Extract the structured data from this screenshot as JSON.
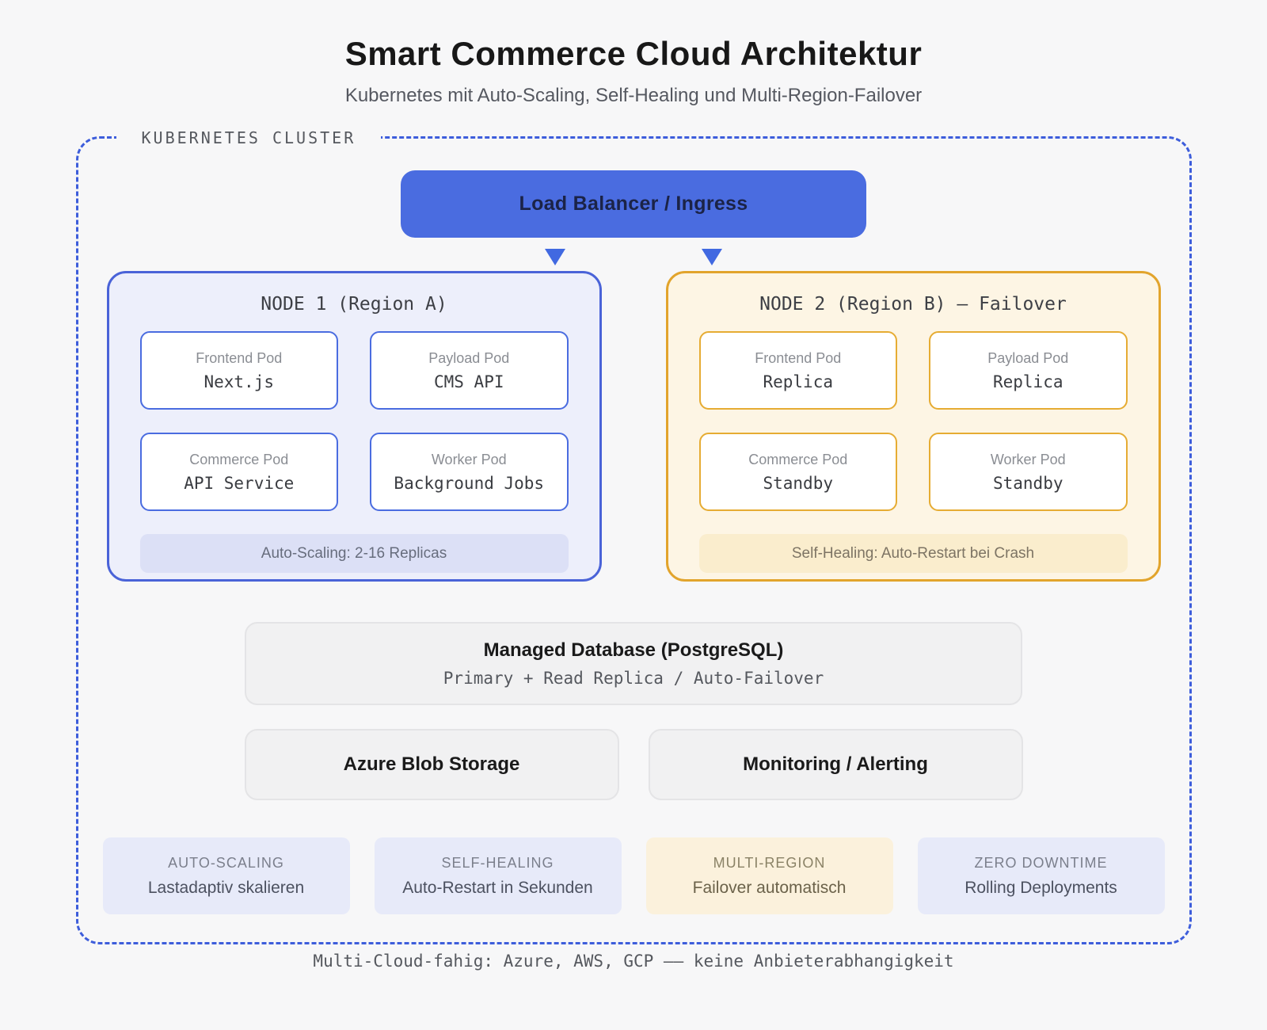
{
  "header": {
    "title": "Smart Commerce Cloud Architektur",
    "subtitle": "Kubernetes mit Auto-Scaling, Self-Healing und Multi-Region-Failover"
  },
  "cluster": {
    "label": "KUBERNETES CLUSTER",
    "load_balancer_label": "Load Balancer / Ingress",
    "nodes": [
      {
        "title": "NODE 1 (Region A)",
        "pods": [
          {
            "label": "Frontend Pod",
            "value": "Next.js"
          },
          {
            "label": "Payload Pod",
            "value": "CMS API"
          },
          {
            "label": "Commerce Pod",
            "value": "API Service"
          },
          {
            "label": "Worker Pod",
            "value": "Background Jobs"
          }
        ],
        "footer": "Auto-Scaling: 2-16 Replicas"
      },
      {
        "title": "NODE 2 (Region B) — Failover",
        "pods": [
          {
            "label": "Frontend Pod",
            "value": "Replica"
          },
          {
            "label": "Payload Pod",
            "value": "Replica"
          },
          {
            "label": "Commerce Pod",
            "value": "Standby"
          },
          {
            "label": "Worker Pod",
            "value": "Standby"
          }
        ],
        "footer": "Self-Healing: Auto-Restart bei Crash"
      }
    ],
    "database": {
      "title": "Managed Database (PostgreSQL)",
      "subtitle": "Primary + Read Replica / Auto-Failover"
    },
    "services": [
      {
        "title": "Azure Blob Storage"
      },
      {
        "title": "Monitoring / Alerting"
      }
    ],
    "badges": [
      {
        "label": "AUTO-SCALING",
        "text": "Lastadaptiv skalieren"
      },
      {
        "label": "SELF-HEALING",
        "text": "Auto-Restart in Sekunden"
      },
      {
        "label": "MULTI-REGION",
        "text": "Failover automatisch"
      },
      {
        "label": "ZERO DOWNTIME",
        "text": "Rolling Deployments"
      }
    ]
  },
  "footer": {
    "note": "Multi-Cloud-fahig: Azure, AWS, GCP –– keine Anbieterabhangigkeit"
  },
  "colors": {
    "accent_blue": "#4a6ce0",
    "accent_blue_dark": "#3d5ddb",
    "accent_amber": "#e2a42c",
    "node_blue_bg": "#edeffb",
    "node_amber_bg": "#fdf5e4",
    "neutral_box_bg": "#f1f1f2"
  }
}
